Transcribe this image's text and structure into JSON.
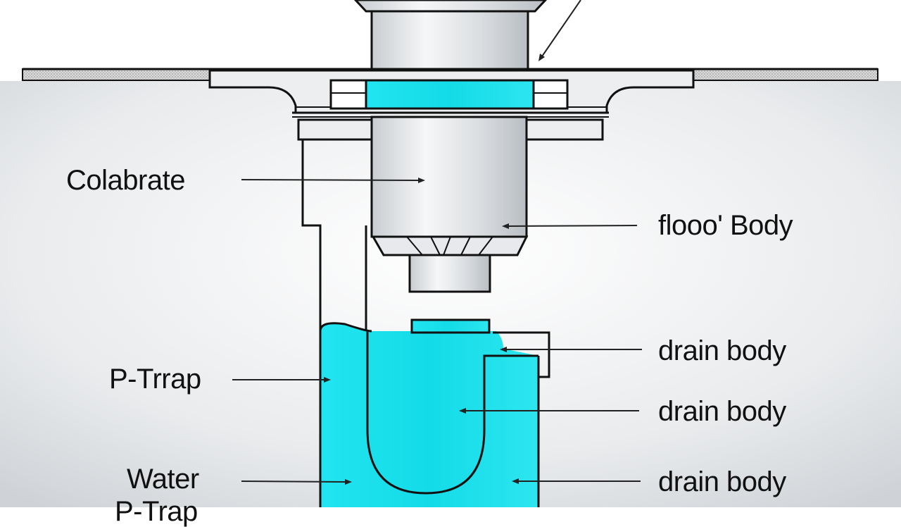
{
  "labels": {
    "colabrate": "Colabrate",
    "floor_body": "flooo' Body",
    "drain_body_1": "drain body",
    "p_trap": "P-Trrap",
    "drain_body_2": "drain body",
    "water": "Water",
    "drain_body_3": "drain body",
    "p_trap_cut": "P-Trap"
  },
  "colors": {
    "water": "#1ee3ee",
    "pipe_metal": "#d9dcdf",
    "outline": "#111111",
    "floor_hatch": "#9a9a9a",
    "background_shade": "#cfd3d7"
  }
}
